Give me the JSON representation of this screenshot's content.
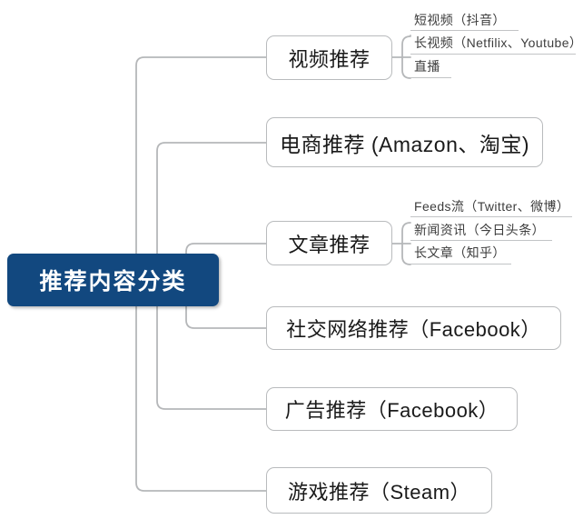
{
  "diagram": {
    "title": "推荐内容分类",
    "type": "mindmap",
    "colors": {
      "root_fill": "#12487f",
      "root_text": "#ffffff",
      "node_border": "#b9bbbd",
      "node_text": "#1a1a1a",
      "leaf_text": "#3d3d3d",
      "connector": "#b5b7b9",
      "background": "#ffffff"
    },
    "root": {
      "label": "推荐内容分类"
    },
    "branches": [
      {
        "id": "video",
        "label": "视频推荐",
        "children": [
          {
            "label": "短视频（抖音）"
          },
          {
            "label": "长视频（Netfilix、Youtube）"
          },
          {
            "label": "直播"
          }
        ]
      },
      {
        "id": "ecommerce",
        "label": "电商推荐 (Amazon、淘宝)",
        "children": []
      },
      {
        "id": "article",
        "label": "文章推荐",
        "children": [
          {
            "label": "Feeds流（Twitter、微博）"
          },
          {
            "label": "新闻资讯（今日头条）"
          },
          {
            "label": "长文章（知乎）"
          }
        ]
      },
      {
        "id": "social",
        "label": "社交网络推荐（Facebook）",
        "children": []
      },
      {
        "id": "ads",
        "label": "广告推荐（Facebook）",
        "children": []
      },
      {
        "id": "game",
        "label": "游戏推荐（Steam）",
        "children": []
      }
    ]
  }
}
